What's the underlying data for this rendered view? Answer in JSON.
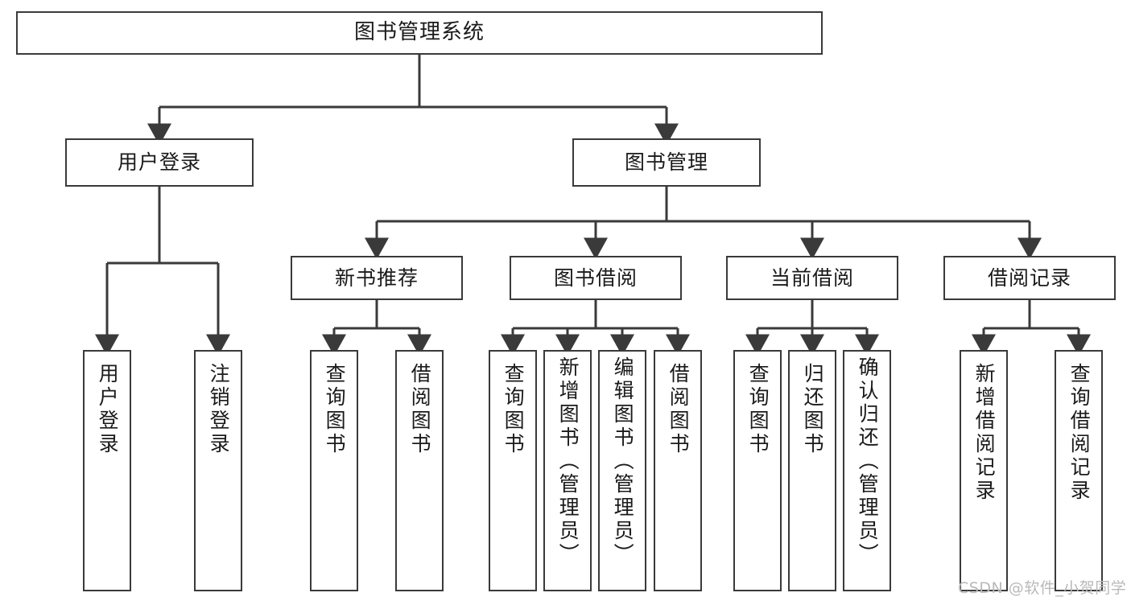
{
  "diagram": {
    "title": "图书管理系统",
    "type": "tree-hierarchy",
    "colors": {
      "box_border": "#3a3a3a",
      "box_fill": "#ffffff",
      "edge": "#3a3a3a",
      "text": "#1a1a1a",
      "watermark": "#b9b9b9",
      "background": "#ffffff"
    },
    "nodes": {
      "root": {
        "label": "图书管理系统"
      },
      "level2": [
        {
          "id": "user-login",
          "label": "用户登录"
        },
        {
          "id": "book-management",
          "label": "图书管理"
        }
      ],
      "level3": [
        {
          "id": "new-book-recommend",
          "label": "新书推荐"
        },
        {
          "id": "book-borrow",
          "label": "图书借阅"
        },
        {
          "id": "current-borrow",
          "label": "当前借阅"
        },
        {
          "id": "borrow-record",
          "label": "借阅记录"
        }
      ],
      "leaves": {
        "user_login": [
          {
            "id": "leaf-user-login",
            "label": "用户登录"
          },
          {
            "id": "leaf-logout-login",
            "label": "注销登录"
          }
        ],
        "new_book_recommend": [
          {
            "id": "leaf-query-book-1",
            "label": "查询图书"
          },
          {
            "id": "leaf-borrow-book-1",
            "label": "借阅图书"
          }
        ],
        "book_borrow": [
          {
            "id": "leaf-query-book-2",
            "label": "查询图书"
          },
          {
            "id": "leaf-add-book",
            "label": "新增图书（管理员）"
          },
          {
            "id": "leaf-edit-book",
            "label": "编辑图书（管理员）"
          },
          {
            "id": "leaf-borrow-book-2",
            "label": "借阅图书"
          }
        ],
        "current_borrow": [
          {
            "id": "leaf-query-book-3",
            "label": "查询图书"
          },
          {
            "id": "leaf-return-book",
            "label": "归还图书"
          },
          {
            "id": "leaf-confirm-return",
            "label": "确认归还（管理员）"
          }
        ],
        "borrow_record": [
          {
            "id": "leaf-add-borrow-record",
            "label": "新增借阅记录"
          },
          {
            "id": "leaf-query-borrow-record",
            "label": "查询借阅记录"
          }
        ]
      }
    },
    "watermark": "CSDN @软件_小贺同学"
  }
}
